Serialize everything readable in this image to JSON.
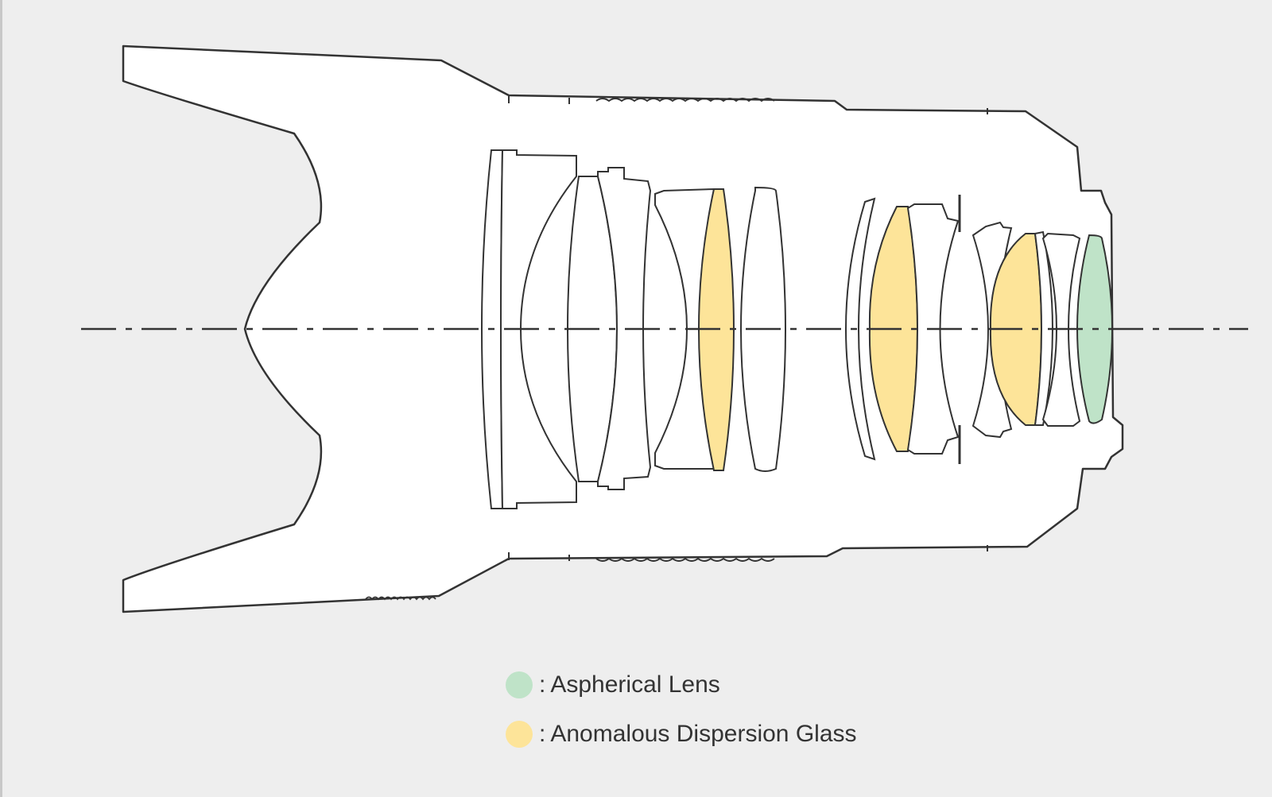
{
  "colors": {
    "background": "#eeeeee",
    "housing_fill": "#ffffff",
    "outline": "#333333",
    "aspherical": "#bfe3c8",
    "anomalous_dispersion": "#fde499"
  },
  "legend": {
    "separator": ":",
    "items": [
      {
        "label": "Aspherical Lens",
        "color": "#bfe3c8"
      },
      {
        "label": "Anomalous Dispersion Glass",
        "color": "#fde499"
      }
    ]
  },
  "elements": {
    "aspherical_lens_count": 1,
    "anomalous_dispersion_glass_count": 3
  }
}
